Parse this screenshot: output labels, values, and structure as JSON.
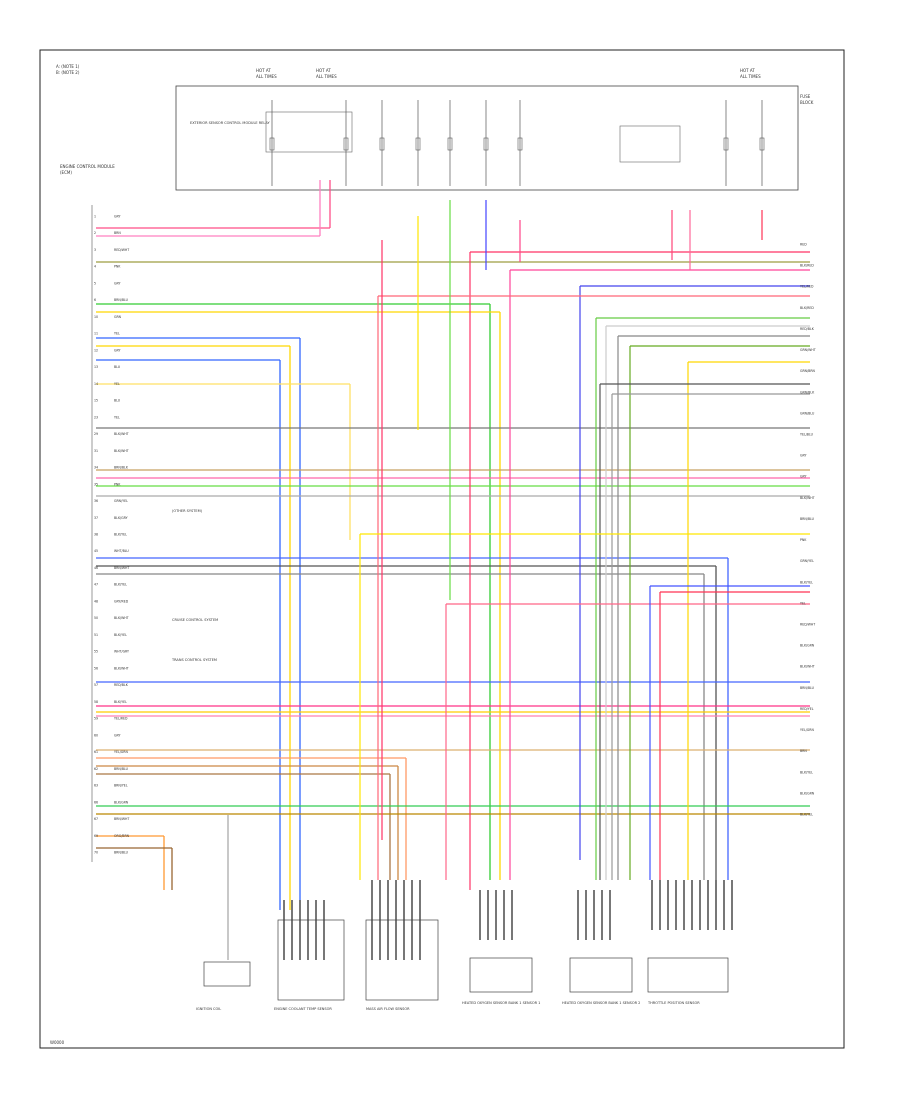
{
  "header": {
    "note_line1": "A: (NOTE 1)",
    "note_line2": "B: (NOTE 2)",
    "hot_left_1": "HOT AT",
    "hot_left_2": "ALL TIMES",
    "hot_mid_1": "HOT AT",
    "hot_mid_2": "ALL TIMES",
    "hot_right_1": "HOT AT",
    "hot_right_2": "ALL TIMES",
    "fuse_block_1": "FUSE",
    "fuse_block_2": "BLOCK",
    "sensor_label": "EXTERIOR SENSOR CONTROL MODULE RELAY"
  },
  "ecm": {
    "title_line1": "ENGINE CONTROL MODULE",
    "title_line2": "(ECM)"
  },
  "left_pins": [
    {
      "n": "1",
      "label": "GRY"
    },
    {
      "n": "2",
      "label": "BRN"
    },
    {
      "n": "3",
      "label": "RED/WHT"
    },
    {
      "n": "4",
      "label": "PNK"
    },
    {
      "n": "5",
      "label": "GRY"
    },
    {
      "n": "6",
      "label": "BRN/BLU"
    },
    {
      "n": "10",
      "label": "GRN"
    },
    {
      "n": "11",
      "label": "YEL"
    },
    {
      "n": "12",
      "label": "GRY"
    },
    {
      "n": "13",
      "label": "BLU"
    },
    {
      "n": "14",
      "label": "YEL"
    },
    {
      "n": "15",
      "label": "BLU"
    },
    {
      "n": "23",
      "label": "YEL"
    },
    {
      "n": "29",
      "label": "BLK/WHT"
    },
    {
      "n": "31",
      "label": "BLK/WHT"
    },
    {
      "n": "34",
      "label": "BRN/BLK"
    },
    {
      "n": "35",
      "label": "PNK"
    },
    {
      "n": "36",
      "label": "GRN/YEL"
    },
    {
      "n": "37",
      "label": "BLK/GRY"
    },
    {
      "n": "38",
      "label": "BLK/YEL"
    },
    {
      "n": "45",
      "label": "WHT/BLU"
    },
    {
      "n": "46",
      "label": "BRN/WHT"
    },
    {
      "n": "47",
      "label": "BLK/YEL"
    },
    {
      "n": "48",
      "label": "GRY/RED"
    },
    {
      "n": "50",
      "label": "BLK/WHT"
    },
    {
      "n": "51",
      "label": "BLK/YEL"
    },
    {
      "n": "55",
      "label": "WHT/GRY"
    },
    {
      "n": "56",
      "label": "BLK/WHT"
    },
    {
      "n": "57",
      "label": "RED/BLK"
    },
    {
      "n": "58",
      "label": "BLK/YEL"
    },
    {
      "n": "59",
      "label": "YEL/RED"
    },
    {
      "n": "60",
      "label": "GRY"
    },
    {
      "n": "61",
      "label": "YEL/GRN"
    },
    {
      "n": "62",
      "label": "BRN/BLU"
    },
    {
      "n": "63",
      "label": "BRN/YEL"
    },
    {
      "n": "66",
      "label": "BLK/GRN"
    },
    {
      "n": "67",
      "label": "BRN/WHT"
    },
    {
      "n": "69",
      "label": "ORG/BRN"
    },
    {
      "n": "70",
      "label": "BRN/BLU"
    }
  ],
  "right_labels": [
    "RED",
    "BLK/RED",
    "YEL/RED",
    "BLK/RED",
    "RED/BLK",
    "GRN/WHT",
    "GRN/BRN",
    "GRN/BLK",
    "GRN/BLU",
    "YEL/BLU",
    "GRY",
    "GRY",
    "BLK/WHT",
    "BRN/BLU",
    "PNK",
    "GRN/YEL",
    "BLK/YEL",
    "YEL",
    "RED/WHT",
    "BLK/GRN",
    "BLK/WHT",
    "BRN/BLU",
    "RED/YEL",
    "YEL/GRN",
    "BRN",
    "BLK/YEL",
    "BLK/GRN",
    "BLK/YEL"
  ],
  "notes": {
    "other_system": "(OTHER SYSTEM)",
    "cruise_control": "CRUISE CONTROL SYSTEM",
    "trans_control": "TRANS CONTROL SYSTEM"
  },
  "components": {
    "ignition_coil": "IGNITION COIL",
    "sensor_a": "ENGINE COOLANT TEMP SENSOR",
    "sensor_b": "MASS AIR FLOW SENSOR",
    "sensor_c": "HEATED OXYGEN SENSOR BANK 1 SENSOR 1",
    "sensor_d": "HEATED OXYGEN SENSOR BANK 1 SENSOR 2",
    "sensor_e": "THROTTLE POSITION SENSOR"
  },
  "footer_code": "W0000"
}
